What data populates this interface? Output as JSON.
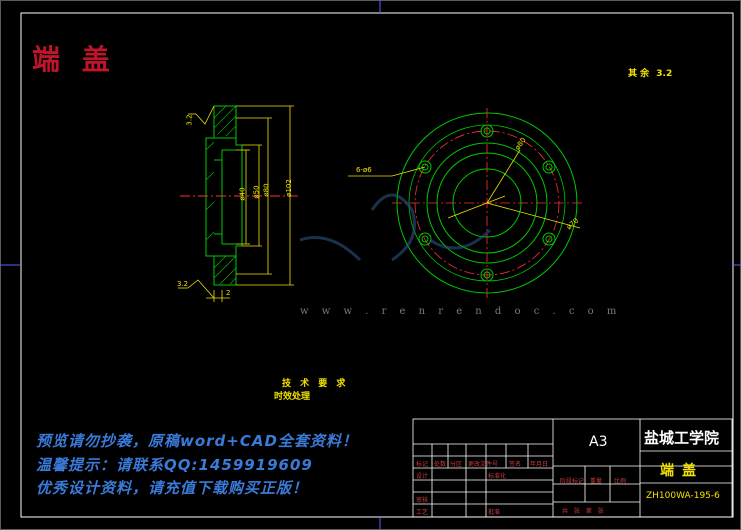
{
  "drawing": {
    "title": "端 盖",
    "roughness_note": "其 余",
    "roughness_value": "3.2",
    "tech_req_title": "技 术 要 求",
    "tech_req_body": "时效处理",
    "left_dims": [
      "ø40",
      "ø50",
      "ø80",
      "ø102"
    ],
    "top_rough": "3.2",
    "bottom_rough": "3.2",
    "bottom_dim": "2",
    "hole_label": "6-ø6",
    "pcd_label": "ø80",
    "od_label": "ø70"
  },
  "watermark": {
    "line1": "预览请勿抄袭，原稿word+CAD全套资料！",
    "line2": "温馨提示：请联系QQ:1459919609",
    "line3": "优秀设计资料，请充值下载购买正版！",
    "url": "w w w . r e n r e n d o c . c o m"
  },
  "title_block": {
    "paper": "A3",
    "school": "盐城工学院",
    "part": "端盖",
    "code": "ZH100WA-195-6",
    "small_labels": [
      "标记",
      "处数",
      "分区",
      "更改文件号",
      "签名",
      "年月日",
      "阶段标记",
      "重量",
      "比例",
      "设计",
      "标准化",
      "审核",
      "工艺",
      "批准",
      "共 张 第 张"
    ]
  },
  "colors": {
    "background": "#000000",
    "frame": "#ffffff",
    "outline": "#00c800",
    "dimension": "#f2e200",
    "center_line": "#ff3030",
    "hidden": "#00b4ff",
    "watermark": "#3a7ad8"
  }
}
